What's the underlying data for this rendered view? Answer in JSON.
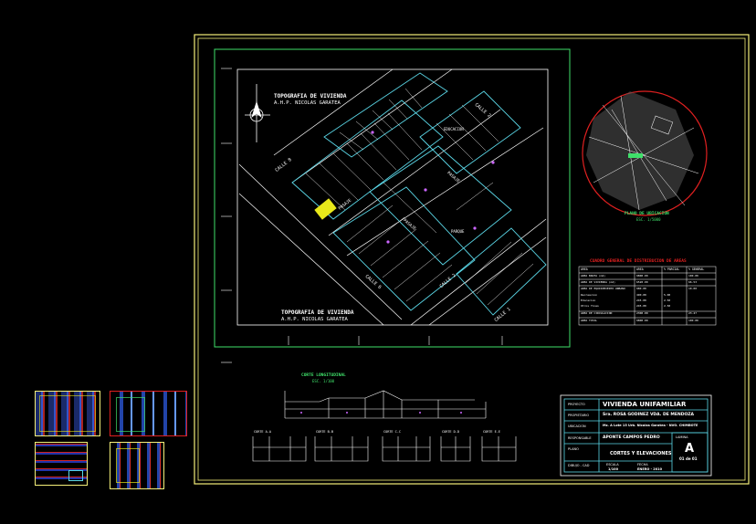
{
  "site_plan": {
    "title_top": "TOPOGRAFIA DE VIVIENDA",
    "subtitle_top": "A.H.P. NICOLAS GARATEA",
    "title_bottom": "TOPOGRAFIA DE VIVIENDA",
    "subtitle_bottom": "A.H.P. NICOLAS GARATEA",
    "streets": [
      "CALLE 8",
      "CALLE 2",
      "CALLE 6",
      "CALLE 2",
      "CALLE 1"
    ],
    "blocks": [
      "EDUCACION",
      "PARQUE"
    ],
    "road_labels": [
      "PASAJE",
      "PASAJE",
      "PASAJE"
    ]
  },
  "location": {
    "caption": "PLANO DE UBICACION",
    "scale": "ESC. 1/5000"
  },
  "areas_table": {
    "title": "CUADRO GENERAL DE DISTRIBUCION DE AREAS",
    "headers": [
      "AREA",
      "AREA",
      "% PARCIAL",
      "% GENERAL"
    ],
    "rows": [
      [
        "AREA BRUTA (m2)",
        "9800.00",
        "",
        "100.00"
      ],
      [
        "AREA DE VIVIENDA (m2)",
        "6520.00",
        "",
        "66.53"
      ],
      [
        "AREA DE EQUIPAMIENTO URBANO",
        "980.00",
        "",
        "10.00"
      ],
      [
        "Recreacion",
        "490.00",
        "5.00",
        ""
      ],
      [
        "Educacion",
        "245.00",
        "2.50",
        ""
      ],
      [
        "Otros fines",
        "245.00",
        "2.50",
        ""
      ],
      [
        "AREA DE CIRCULACION",
        "2300.00",
        "",
        "23.47"
      ],
      [
        "AREA TOTAL",
        "9800.00",
        "",
        "100.00"
      ]
    ]
  },
  "elevation": {
    "caption": "CORTE LONGITUDINAL",
    "scale": "ESC. 1/100",
    "sections": [
      "CORTE A-A",
      "CORTE B-B",
      "CORTE C-C",
      "CORTE D-D",
      "CORTE E-E"
    ]
  },
  "title_block": {
    "proyecto_label": "PROYECTO",
    "proyecto": "VIVIENDA UNIFAMILIAR",
    "propietario_label": "PROPIETARIO",
    "propietario": "Sra. ROSA GODINEZ VDA. DE MENDOZA",
    "ubicacion_label": "UBICACION",
    "ubicacion": "Mz. A Lote 15 Urb. Nicolas Garatea - NVO. CHIMBOTE",
    "lamina_label": "LAMINA",
    "lamina": "A",
    "lamina_sub": "01 de 01",
    "responsable_label": "RESPONSABLE",
    "responsable": "APONTE CAMPOS PEDRO",
    "plano_label": "PLANO",
    "plano": "CORTES Y ELEVACIONES",
    "dibujo_label": "DIBUJO - CAD",
    "escala_label": "ESCALA",
    "escala": "1/100",
    "fecha_label": "FECHA",
    "fecha": "ENERO - 2010"
  },
  "colors": {
    "frame": "#f5f07a",
    "cyan": "#5ad6e6",
    "green": "#3fe06a",
    "white": "#ffffff",
    "red": "#e02020",
    "yellow": "#e8e81a",
    "magenta": "#cc66ff"
  }
}
